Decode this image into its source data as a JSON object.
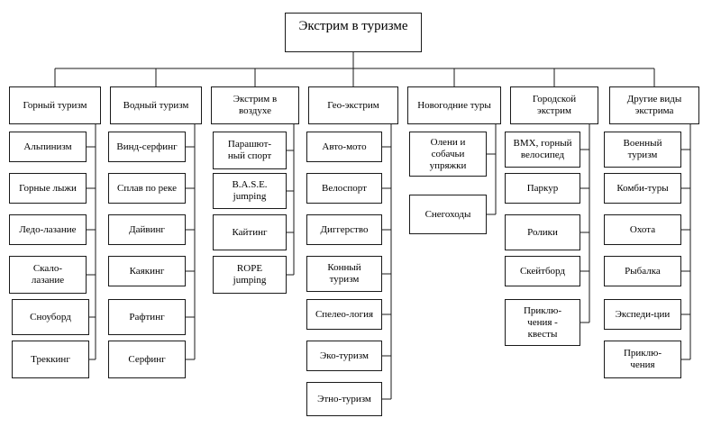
{
  "root": "Экстрим в туризме",
  "categories": [
    {
      "label": "Горный туризм",
      "items": [
        "Альпинизм",
        "Горные лыжи",
        "Ледо-лазание",
        "Скало-\nлазание",
        "Сноуборд",
        "Треккинг"
      ]
    },
    {
      "label": "Водный туризм",
      "items": [
        "Винд-серфинг",
        "Сплав по реке",
        "Дайвинг",
        "Каякинг",
        "Рафтинг",
        "Серфинг"
      ]
    },
    {
      "label": "Экстрим в\nвоздухе",
      "items": [
        "Парашют-\nный спорт",
        "B.A.S.E.\njumping",
        "Кайтинг",
        "ROPE\njumping"
      ]
    },
    {
      "label": "Гео-экстрим",
      "items": [
        "Авто-мото",
        "Велоспорт",
        "Диггерство",
        "Конный\nтуризм",
        "Спелео-логия",
        "Эко-туризм",
        "Этно-туризм"
      ]
    },
    {
      "label": "Новогодние туры",
      "items": [
        "Олени и\nсобачьи\nупряжки",
        "Снегоходы"
      ]
    },
    {
      "label": "Городской\nэкстрим",
      "items": [
        "BMX, горный\nвелосипед",
        "Паркур",
        "Ролики",
        "Скейтборд",
        "Приклю-\nчения -\nквесты"
      ]
    },
    {
      "label": "Другие виды\nэкстрима",
      "items": [
        "Военный\nтуризм",
        "Комби-туры",
        "Охота",
        "Рыбалка",
        "Экспеди-ции",
        "Приклю-\nчения"
      ]
    }
  ]
}
